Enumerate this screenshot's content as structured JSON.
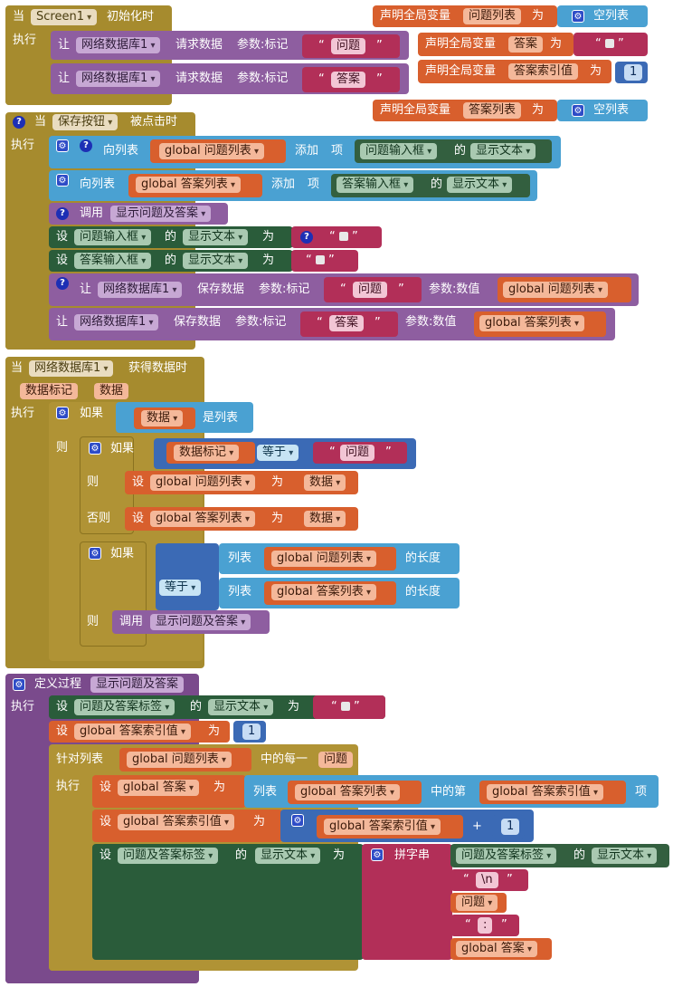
{
  "b1": {
    "when": "当",
    "component": "Screen1",
    "event": "初始化时",
    "do": "执行",
    "let": "让",
    "db": "网络数据库1",
    "request": "请求数据",
    "tag_param": "参数:标记",
    "tag_q": "问题",
    "tag_a": "答案"
  },
  "globals": {
    "declare": "声明全局变量",
    "to": "为",
    "v1": "问题列表",
    "v1_val": "空列表",
    "v2": "答案",
    "v3": "答案索引值",
    "v3_val": "1",
    "v4": "答案列表",
    "v4_val": "空列表"
  },
  "b2": {
    "when": "当",
    "component": "保存按钮",
    "event": "被点击时",
    "do": "执行",
    "add_to_list": "向列表",
    "list_q": "global 问题列表",
    "add": "添加",
    "item": "项",
    "input_q": "问题输入框",
    "of": "的",
    "display_text": "显示文本",
    "list_a": "global 答案列表",
    "input_a": "答案输入框",
    "call": "调用",
    "proc": "显示问题及答案",
    "set": "设",
    "to": "为",
    "let": "让",
    "db": "网络数据库1",
    "save": "保存数据",
    "tag_param": "参数:标记",
    "val_param": "参数:数值",
    "tag_q": "问题",
    "tag_a": "答案"
  },
  "b3": {
    "when": "当",
    "component": "网络数据库1",
    "event": "获得数据时",
    "p1": "数据标记",
    "p2": "数据",
    "do": "执行",
    "if": "如果",
    "data": "数据",
    "is_list": "是列表",
    "then": "则",
    "equals": "等于",
    "tag_q": "问题",
    "set": "设",
    "list_q": "global 问题列表",
    "list_a": "global 答案列表",
    "to": "为",
    "else": "否则",
    "list_word": "列表",
    "length": "的长度",
    "call": "调用",
    "proc": "显示问题及答案"
  },
  "b4": {
    "define": "定义过程",
    "proc": "显示问题及答案",
    "do": "执行",
    "set": "设",
    "label": "问题及答案标签",
    "of": "的",
    "display_text": "显示文本",
    "to": "为",
    "idx_var": "global 答案索引值",
    "one": "1",
    "for_each": "针对列表",
    "list_q": "global 问题列表",
    "each": "中的每一",
    "item_var": "问题",
    "ans_var": "global 答案",
    "list_word": "列表",
    "list_a": "global 答案列表",
    "nth": "中的第",
    "item": "项",
    "plus": "+",
    "join": "拼字串",
    "newline": "\\n",
    "colon": ":"
  }
}
